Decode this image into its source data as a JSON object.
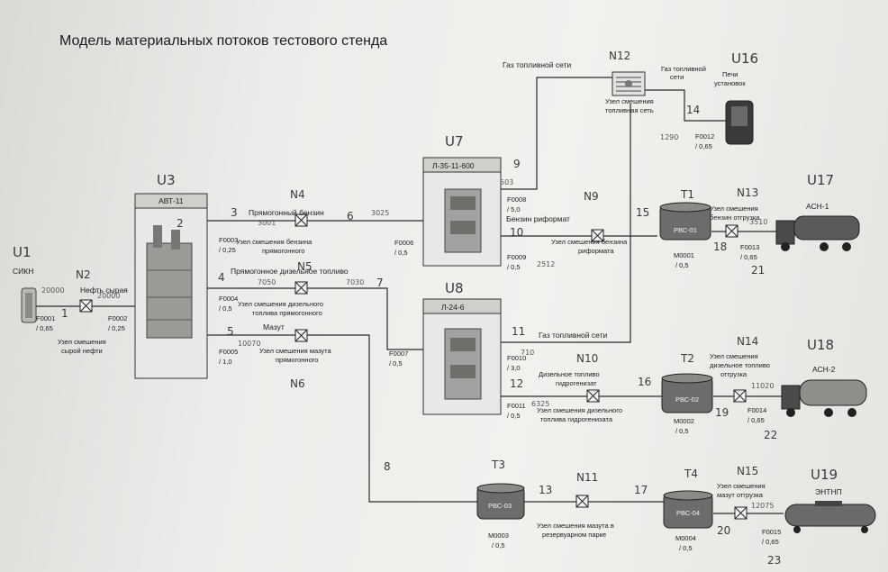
{
  "title": "Модель материальных потоков тестового стенда",
  "units": {
    "sikn": {
      "label": "СИКН"
    },
    "avt": {
      "label": "АВТ-11"
    },
    "l35": {
      "label": "Л-35-11-600"
    },
    "l24": {
      "label": "Л-24-6"
    },
    "pechi": {
      "label": "Печи\nустановок"
    },
    "asn1": {
      "label": "АСН-1"
    },
    "asn2": {
      "label": "АСН-2"
    },
    "entnp": {
      "label": "ЭНТНП"
    },
    "fuelnet": {
      "label": "Газ топливной\nсети"
    }
  },
  "tanks": [
    {
      "id": "rvs01",
      "label": "РВС-01",
      "meter": "M0001",
      "value": "/ 0,5"
    },
    {
      "id": "rvs02",
      "label": "РВС-02",
      "meter": "M0002",
      "value": "/ 0,5"
    },
    {
      "id": "rvs03",
      "label": "РВС-03",
      "meter": "M0003",
      "value": "/ 0,5"
    },
    {
      "id": "rvs04",
      "label": "РВС-04",
      "meter": "M0004",
      "value": "/ 0,5"
    }
  ],
  "nodes": {
    "n_raw": "Узел смешения\nсырой нефти",
    "n_benzin": "Узел смешения бензина\nпрямогонного",
    "n_diesel": "Узел смешения дизельного\nтоплива прямогонного",
    "n_mazut": "Узел смешения мазута\nпрямогонного",
    "n_fuel": "Узел смешения\nтопливная сеть",
    "n_reformat": "Узел смешения бензина\nриформата",
    "n_dtg": "Узел смешения дизельного\nтоплива гидрогенизата",
    "n_park": "Узел смешения мазута в\nрезервуарном парке",
    "n_benz_out": "Узел смешения\nбензин отгрузка",
    "n_dt_out": "Узел смешения\nдизельное топливо\nотгрузка",
    "n_maz_out": "Узел смешения\nмазут отгрузка"
  },
  "streams": {
    "oil": "Нефть сырая",
    "benzin": "Прямогонный бензин",
    "diesel": "Прямогонное дизельное топливо",
    "mazut": "Мазут",
    "gas_top": "Газ топливной сети",
    "gas_mid": "Газ топливной сети",
    "reformat": "Бензин риформат",
    "dtg": "Дизельное топливо\nгидрогенизат"
  },
  "flows": [
    {
      "id": "F0001",
      "value": "/ 0,65"
    },
    {
      "id": "F0002",
      "value": "/ 0,25"
    },
    {
      "id": "F0003",
      "value": "/ 0,25"
    },
    {
      "id": "F0004",
      "value": "/ 0,5"
    },
    {
      "id": "F0005",
      "value": "/ 1,0"
    },
    {
      "id": "F0006",
      "value": "/ 0,5"
    },
    {
      "id": "F0007",
      "value": "/ 0,5"
    },
    {
      "id": "F0008",
      "value": "/ 5,0"
    },
    {
      "id": "F0009",
      "value": "/ 0,5"
    },
    {
      "id": "F0010",
      "value": "/ 3,0"
    },
    {
      "id": "F0011",
      "value": "/ 0,5"
    },
    {
      "id": "F0012",
      "value": "/ 0,65"
    },
    {
      "id": "F0013",
      "value": "/ 0,65"
    },
    {
      "id": "F0014",
      "value": "/ 0,65"
    },
    {
      "id": "F0015",
      "value": "/ 0,65"
    }
  ],
  "handwritten": {
    "u1": "U1",
    "u3": "U3",
    "u7": "U7",
    "u8": "U8",
    "u16": "U16",
    "u17": "U17",
    "u18": "U18",
    "u19": "U19",
    "n2": "N2",
    "n4": "N4",
    "n5": "N5",
    "n6": "N6",
    "n9": "N9",
    "n10": "N10",
    "n11": "N11",
    "n12": "N12",
    "n13": "N13",
    "n14": "N14",
    "n15": "N15",
    "s1": "1",
    "s2": "2",
    "s3": "3",
    "s4": "4",
    "s5": "5",
    "s6": "6",
    "s7": "7",
    "s8": "8",
    "s9": "9",
    "s10": "10",
    "s11": "11",
    "s12": "12",
    "s13": "13",
    "s14": "14",
    "s15": "15",
    "s16": "16",
    "s17": "17",
    "s18": "18",
    "s19": "19",
    "s20": "20",
    "s21": "21",
    "s22": "22",
    "s23": "23",
    "t1": "T1",
    "t2": "T2",
    "t3": "T3",
    "t4": "T4",
    "v20000a": "20000",
    "v20000b": "20000",
    "v3001": "3001",
    "v3025": "3025",
    "v7050": "7050",
    "v7030": "7030",
    "v10070": "10070",
    "v503": "503",
    "v2512": "2512",
    "v1290": "1290",
    "v6325": "6325",
    "v11020": "11020",
    "v12075": "12075",
    "v3510": "3510",
    "v710": "710"
  }
}
